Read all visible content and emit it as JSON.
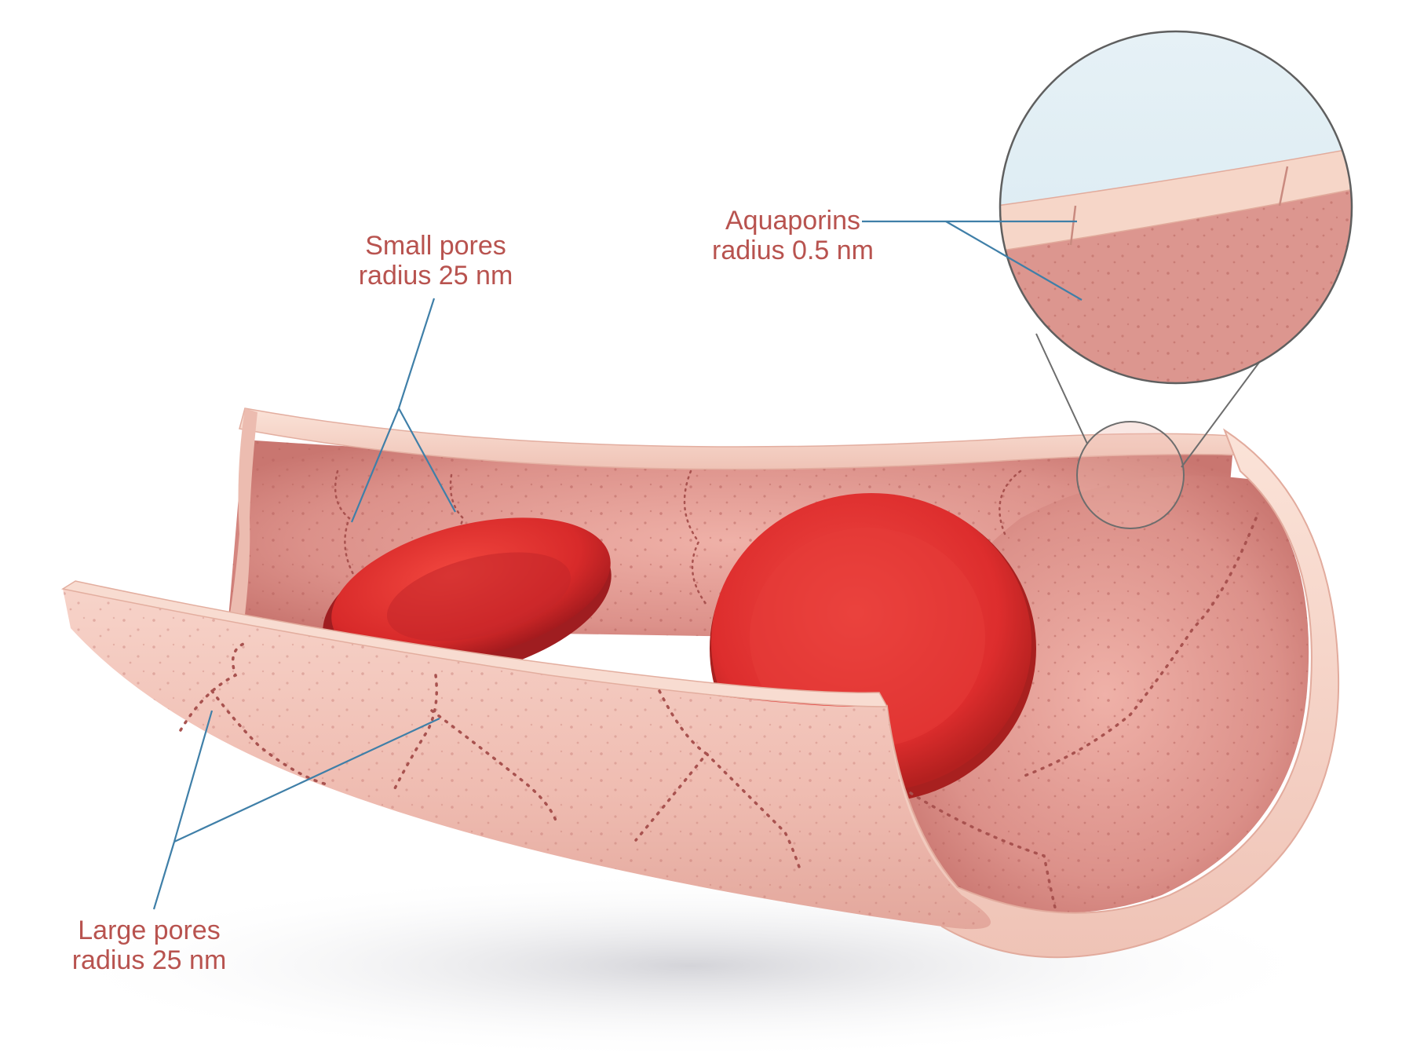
{
  "labels": {
    "small_pores": {
      "line1": "Small pores",
      "line2": "radius 25 nm"
    },
    "large_pores": {
      "line1": "Large pores",
      "line2": "radius 25 nm"
    },
    "aquaporins": {
      "line1": "Aquaporins",
      "line2": "radius 0.5 nm"
    }
  },
  "colors": {
    "label_text": "#b8534f",
    "leader_line": "#3f7fa8",
    "vessel_wall": "#f2c9be",
    "vessel_interior": "#d98b85",
    "red_blood_cell": "#e0312f",
    "junction_dots": "#a8524f"
  }
}
